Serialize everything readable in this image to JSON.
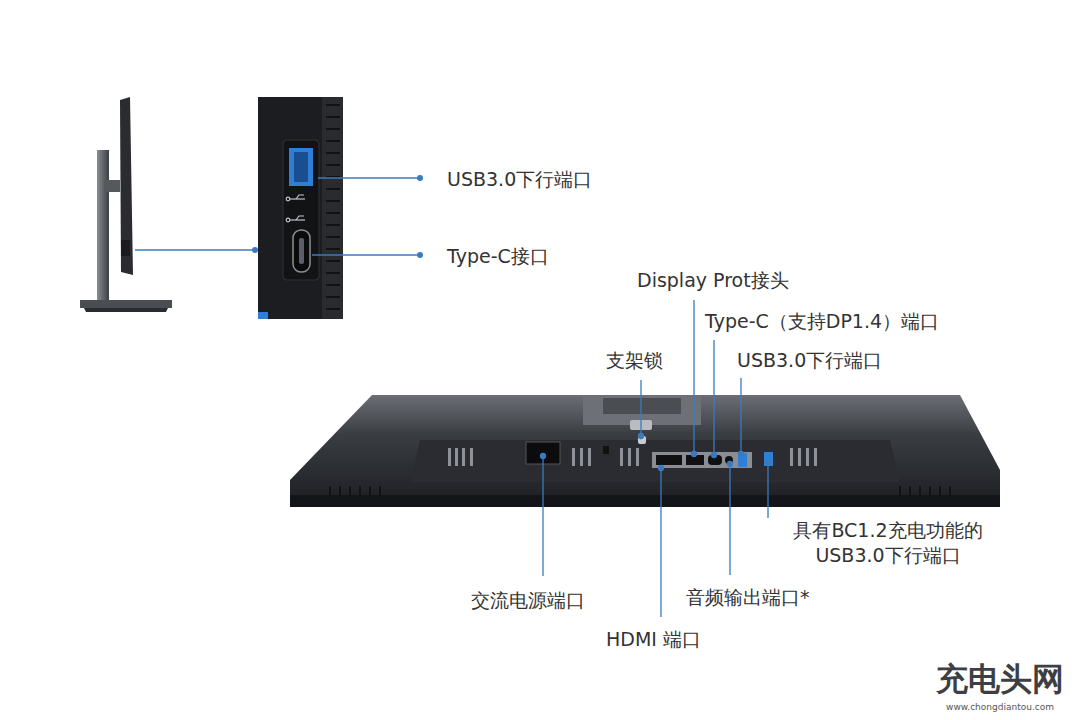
{
  "diagram": {
    "labels": [
      "USB3.0下行端口",
      "Type-C接口",
      "Display Prot接头",
      "Type-C（支持DP1.4）端口",
      "USB3.0下行端口",
      "支架锁",
      "具有BC1.2充电功能的 USB3.0下行端口",
      "交流电源端口",
      "音频输出端口*",
      "HDMI 端口",
      "充电头网",
      "www.chongdiantou.com"
    ]
  }
}
